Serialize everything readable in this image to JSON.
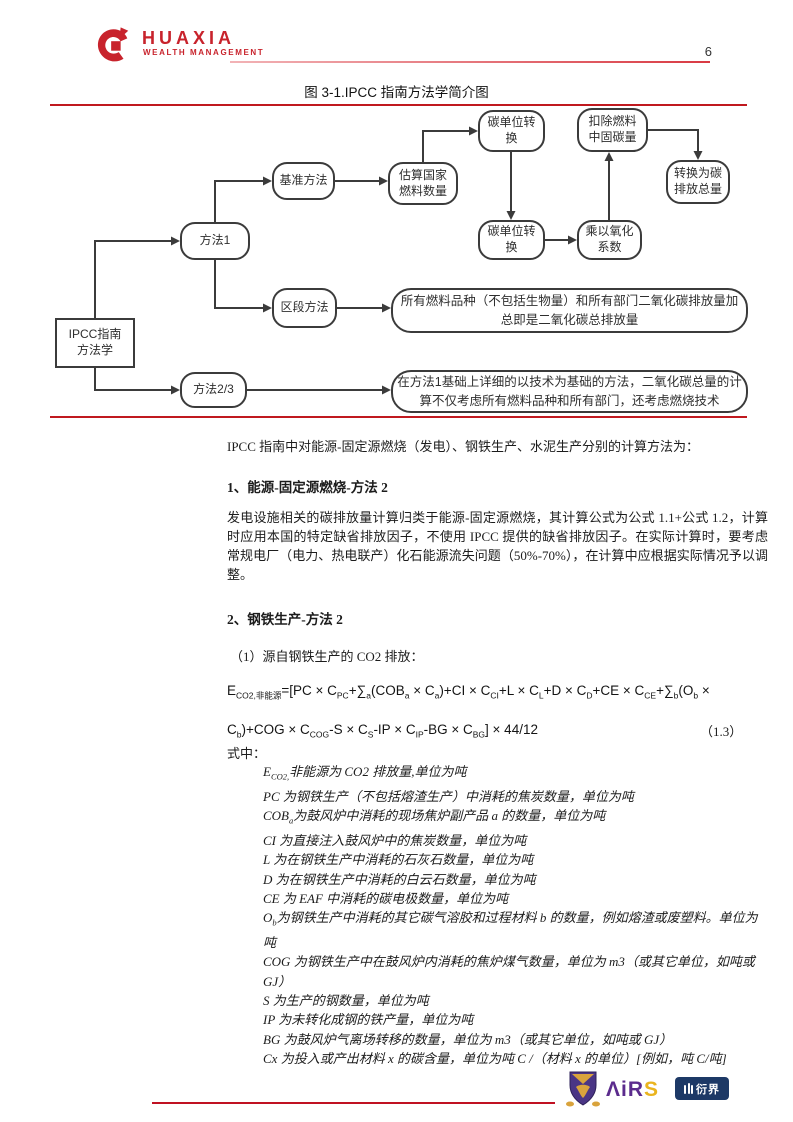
{
  "header": {
    "brand": "HUAXIA",
    "brand_sub": "WEALTH MANAGEMENT",
    "page_number": "6",
    "brand_color": "#c8232c"
  },
  "figure": {
    "title": "图 3-1.IPCC 指南方法学简介图",
    "nodes": {
      "root": "IPCC指南\n方法学",
      "method1": "方法1",
      "method23": "方法2/3",
      "baseline": "基准方法",
      "sectoral": "区段方法",
      "estimate_fuel": "估算国家\n燃料数量",
      "carbon_unit_conv_top": "碳单位转\n换",
      "deduct_stored_carbon": "扣除燃料\n中固碳量",
      "convert_total": "转换为碳\n排放总量",
      "carbon_unit_conv_bottom": "碳单位转\n换",
      "multiply_oxidation": "乘以氧化\n系数",
      "sectoral_note": "所有燃料品种（不包括生物量）和所有部门二氧化碳排放量加\n总即是二氧化碳总排放量",
      "method23_note": "在方法1基础上详细的以技术为基础的方法，二氧化碳总量的计\n算不仅考虑所有燃料品种和所有部门，还考虑燃烧技术"
    }
  },
  "body": {
    "intro": "IPCC 指南中对能源-固定源燃烧（发电）、钢铁生产、水泥生产分别的计算方法为：",
    "section1_heading": "1、能源-固定源燃烧-方法 2",
    "section1_para": "发电设施相关的碳排放量计算归类于能源-固定源燃烧，其计算公式为公式 1.1+公式 1.2，计算时应用本国的特定缺省排放因子，不使用 IPCC 提供的缺省排放因子。在实际计算时，要考虑常规电厂（电力、热电联产）化石能源流失问题（50%-70%），在计算中应根据实际情况予以调整。",
    "section2_heading": "2、钢铁生产-方法 2",
    "section2_sub1": "（1）源自钢铁生产的 CO2 排放：",
    "equation": {
      "line1_segments": [
        {
          "t": "E"
        },
        {
          "s": "CO2,非能源"
        },
        {
          "t": "=[PC × C"
        },
        {
          "s": "PC"
        },
        {
          "t": "+∑"
        },
        {
          "s": "a"
        },
        {
          "t": "(COB"
        },
        {
          "s": "a"
        },
        {
          "t": " × C"
        },
        {
          "s": "a"
        },
        {
          "t": ")+CI × C"
        },
        {
          "s": "CI"
        },
        {
          "t": "+L × C"
        },
        {
          "s": "L"
        },
        {
          "t": "+D × C"
        },
        {
          "s": "D"
        },
        {
          "t": "+CE × C"
        },
        {
          "s": "CE"
        },
        {
          "t": "+∑"
        },
        {
          "s": "b"
        },
        {
          "t": "(O"
        },
        {
          "s": "b"
        },
        {
          "t": " ×"
        }
      ],
      "line2_segments": [
        {
          "t": "C"
        },
        {
          "s": "b"
        },
        {
          "t": ")+COG × C"
        },
        {
          "s": "COG"
        },
        {
          "t": "-S × C"
        },
        {
          "s": "S"
        },
        {
          "t": "-IP × C"
        },
        {
          "s": "IP"
        },
        {
          "t": "-BG × C"
        },
        {
          "s": "BG"
        },
        {
          "t": "] × 44/12"
        }
      ],
      "number": "（1.3）"
    },
    "where_label": "式中：",
    "variables": [
      [
        {
          "t": "E"
        },
        {
          "s": "CO2,"
        },
        {
          "t": "非能源为 CO2 排放量,单位为吨"
        }
      ],
      [
        {
          "t": "PC 为钢铁生产（不包括熔渣生产）中消耗的焦炭数量，单位为吨"
        }
      ],
      [
        {
          "t": "COB"
        },
        {
          "s": "a"
        },
        {
          "t": "为鼓风炉中消耗的现场焦炉副产品 a 的数量，单位为吨"
        }
      ],
      [
        {
          "t": "CI 为直接注入鼓风炉中的焦炭数量，单位为吨"
        }
      ],
      [
        {
          "t": "L 为在钢铁生产中消耗的石灰石数量，单位为吨"
        }
      ],
      [
        {
          "t": "D 为在钢铁生产中消耗的白云石数量，单位为吨"
        }
      ],
      [
        {
          "t": "CE 为 EAF 中消耗的碳电极数量，单位为吨"
        }
      ],
      [
        {
          "t": "O"
        },
        {
          "s": "b"
        },
        {
          "t": "为钢铁生产中消耗的其它碳气溶胶和过程材料 b 的数量，例如熔渣或废塑料。单位为吨"
        }
      ],
      [
        {
          "t": "COG 为钢铁生产中在鼓风炉内消耗的焦炉煤气数量，单位为 m3（或其它单位，如吨或 GJ）"
        }
      ],
      [
        {
          "t": "S 为生产的钢数量，单位为吨"
        }
      ],
      [
        {
          "t": "IP 为未转化成钢的铁产量，单位为吨"
        }
      ],
      [
        {
          "t": "BG 为鼓风炉气离场转移的数量，单位为 m3（或其它单位，如吨或 GJ）"
        }
      ],
      [
        {
          "t": "Cx 为投入或产出材料 x 的碳含量，单位为吨 C /（材料 x 的单位）[例如，吨 C/吨]"
        }
      ]
    ]
  },
  "footer": {
    "airs_primary": "ΛiR",
    "airs_accent": "S",
    "yanjie_label": "衍界"
  }
}
